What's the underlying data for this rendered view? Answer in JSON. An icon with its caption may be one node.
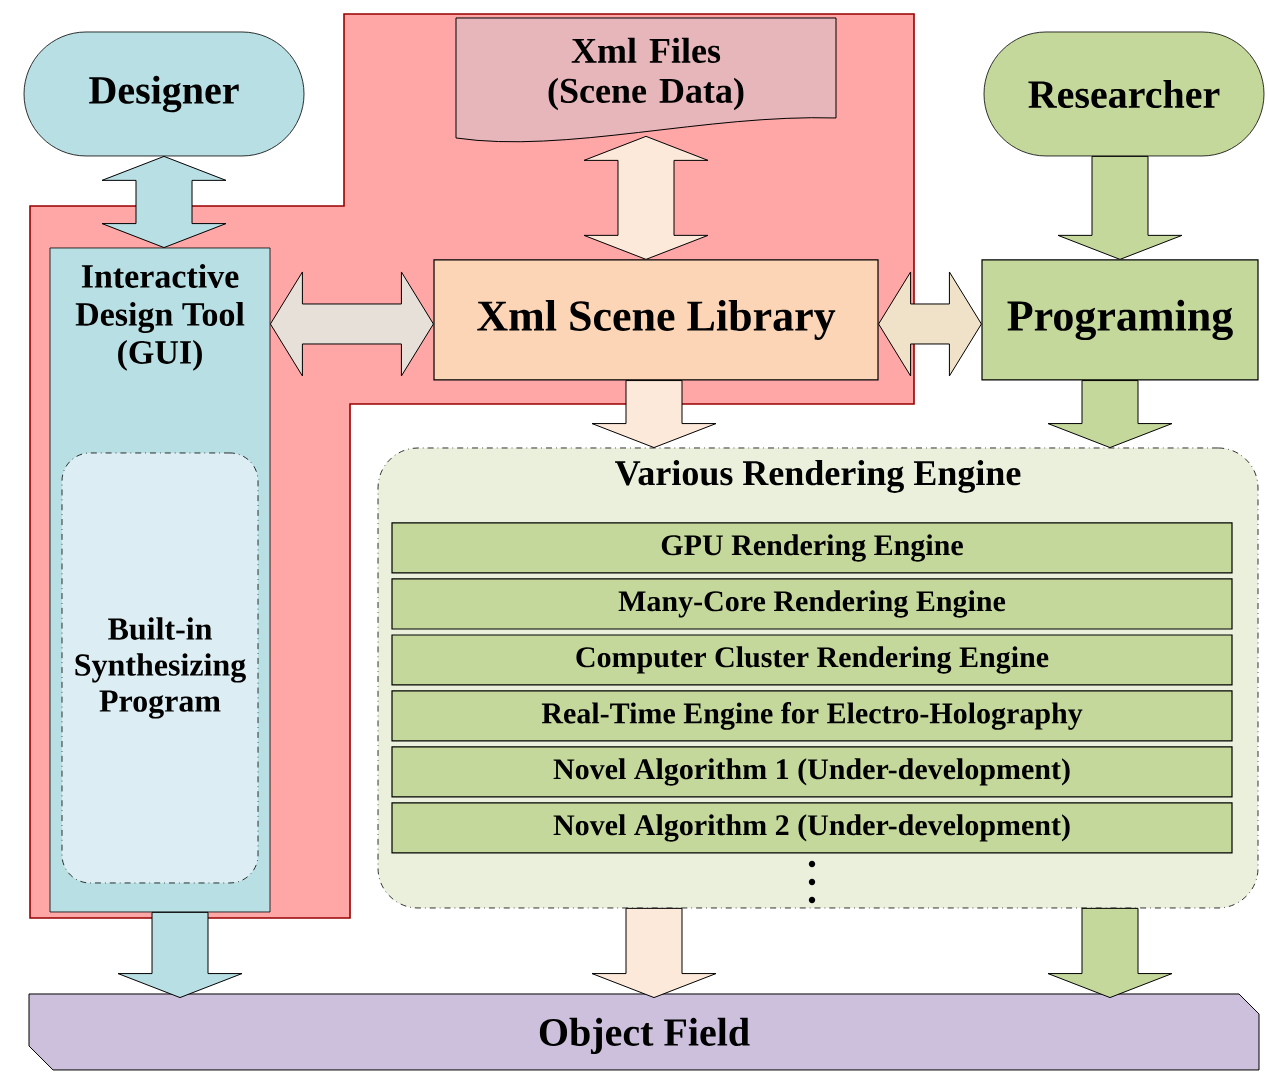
{
  "diagram": {
    "nodes": [
      {
        "text": [
          "Designer"
        ]
      },
      {
        "text": [
          "Xml Files (Scene Data)"
        ]
      },
      {
        "text": [
          "Researcher"
        ]
      },
      {
        "text": [
          "Interactive Design Tool (GUI)"
        ]
      },
      {
        "text": [
          "Built-in Synthesizing Program"
        ],
        "in": 3
      },
      {
        "text": [
          "Xml Scene Library"
        ]
      },
      {
        "text": [
          "Programing"
        ]
      },
      {
        "text": [
          "Various Rendering Engine"
        ]
      },
      {
        "text": [
          "GPU Rendering Engine"
        ],
        "in": 7
      },
      {
        "text": [
          "Many-Core Rendering Engine"
        ],
        "in": 7
      },
      {
        "text": [
          "Computer Cluster Rendering Engine"
        ],
        "in": 7
      },
      {
        "text": [
          "Real-Time Engine for Electro-Holography"
        ],
        "in": 7
      },
      {
        "text": [
          "Novel Algorithm 1 (Under-development)"
        ],
        "in": 7
      },
      {
        "text": [
          "Novel Algorithm 2 (Under-development)"
        ],
        "in": 7
      },
      {
        "text": [
          "Object Field"
        ]
      }
    ],
    "edges": [
      {
        "from": 0,
        "to": 3,
        "arrow": "both",
        "color": "#b8dfe3"
      },
      {
        "from": 1,
        "to": 5,
        "arrow": "both",
        "color": "#fde9da"
      },
      {
        "from": 3,
        "to": 5,
        "arrow": "both",
        "color": "#e6e0d8"
      },
      {
        "from": 5,
        "to": 6,
        "arrow": "both",
        "color": "#efe2c8"
      },
      {
        "from": 2,
        "to": 6,
        "arrow": "to",
        "color": "#c5d89c"
      },
      {
        "from": 5,
        "to": 7,
        "arrow": "to",
        "color": "#fde9da"
      },
      {
        "from": 6,
        "to": 7,
        "arrow": "to",
        "color": "#c5d89c"
      },
      {
        "from": 3,
        "to": 14,
        "arrow": "to",
        "color": "#b8dfe3"
      },
      {
        "from": 7,
        "to": 14,
        "arrow": "to",
        "color": "#fde9da"
      },
      {
        "from": 7,
        "to": 14,
        "arrow": "to",
        "color": "#c5d89c"
      }
    ]
  }
}
